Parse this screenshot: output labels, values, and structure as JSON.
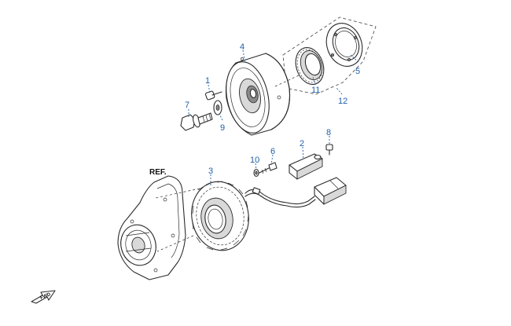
{
  "callouts": {
    "p1": "1",
    "p2": "2",
    "p3": "3",
    "p4": "4",
    "p5": "5",
    "p6": "6",
    "p7": "7",
    "p8": "8",
    "p9": "9",
    "p10": "10",
    "p11": "11",
    "p12": "12"
  },
  "ref_label": "REF.",
  "fwd_label": "FWD",
  "colors": {
    "callout": "#1f5fa8",
    "line": "#2b2b2b"
  }
}
